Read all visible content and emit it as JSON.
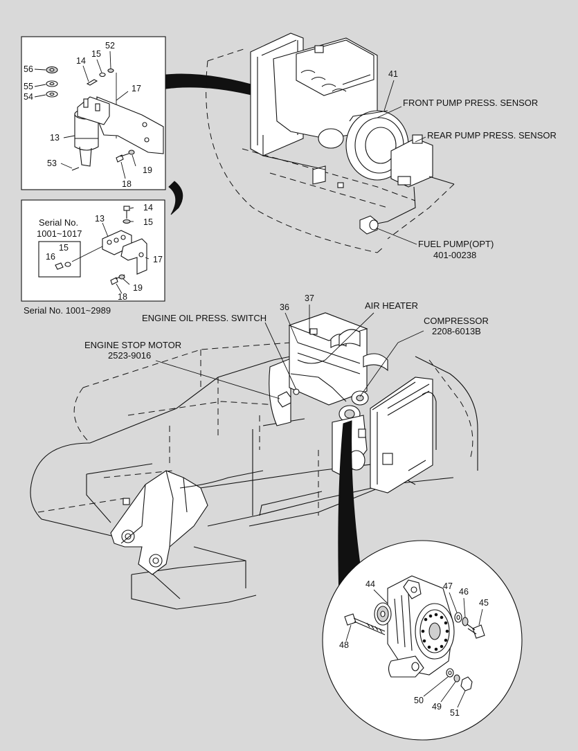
{
  "labels": {
    "inset_top": {
      "p56": "56",
      "p55": "55",
      "p54": "54",
      "p14": "14",
      "p15": "15",
      "p52": "52",
      "p17": "17",
      "p13": "13",
      "p53": "53",
      "p19": "19",
      "p18": "18"
    },
    "inset_mid": {
      "p14": "14",
      "p15": "15",
      "p13": "13",
      "p15b": "15",
      "p16": "16",
      "p17": "17",
      "p19": "19",
      "p18": "18",
      "serial_title": "Serial No.",
      "serial_range": "1001~1017"
    },
    "serial_note": "Serial No. 1001~2989",
    "top_engine": {
      "p41": "41",
      "front_sensor": "FRONT PUMP PRESS. SENSOR",
      "rear_sensor": "REAR PUMP PRESS. SENSOR",
      "fuel_pump": "FUEL PUMP(OPT)",
      "fuel_pump_no": "401-00238"
    },
    "main": {
      "p36": "36",
      "p37": "37",
      "air_heater": "AIR HEATER",
      "oil_switch": "ENGINE OIL PRESS. SWITCH",
      "compressor": "COMPRESSOR",
      "compressor_no": "2208-6013B",
      "stop_motor": "ENGINE STOP MOTOR",
      "stop_motor_no": "2523-9016"
    },
    "circle": {
      "p44": "44",
      "p47": "47",
      "p46": "46",
      "p45": "45",
      "p48": "48",
      "p50": "50",
      "p49": "49",
      "p51": "51"
    }
  }
}
